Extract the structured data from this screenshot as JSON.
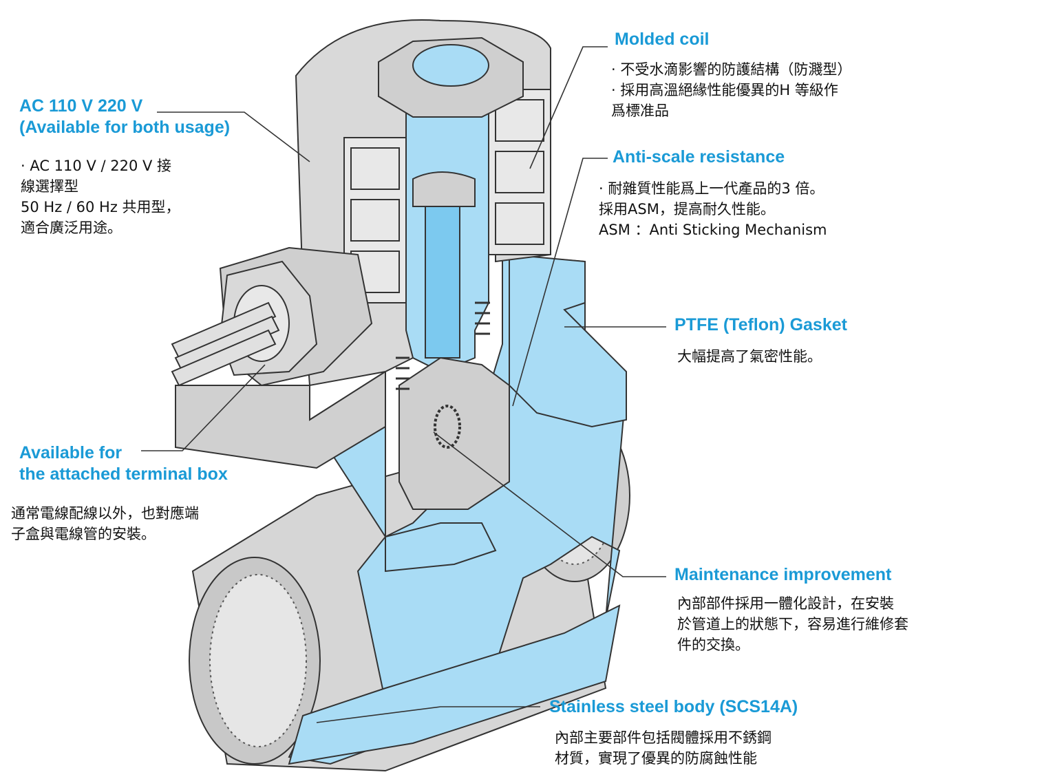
{
  "colors": {
    "accent": "#1a9ad6",
    "fluid": "#a9dcf5",
    "body_grey": "#d6d6d6",
    "dark_grey": "#b9b9b9",
    "outline": "#333333"
  },
  "callouts": {
    "voltage": {
      "title_1": "AC 110 V 220 V",
      "title_2": "(Available for both usage)",
      "lines": [
        "· AC 110 V / 220 V 接",
        "線選擇型",
        "50 Hz / 60 Hz 共用型，",
        "適合廣泛用途。"
      ]
    },
    "terminal": {
      "title_1": "Available for",
      "title_2": "the attached terminal box",
      "lines": [
        "通常電線配線以外，也對應端",
        "子盒與電線管的安裝。"
      ]
    },
    "coil": {
      "title": "Molded coil",
      "lines": [
        "· 不受水滴影響的防護結構（防濺型）",
        "· 採用高溫絕緣性能優異的H 等級作",
        "爲標准品"
      ]
    },
    "antiscale": {
      "title": "Anti-scale resistance",
      "lines": [
        "· 耐雜質性能爲上一代產品的3 倍。",
        "採用ASM，提高耐久性能。",
        "ASM ：Anti Sticking Mechanism"
      ]
    },
    "gasket": {
      "title": "PTFE (Teflon) Gasket",
      "lines": [
        "大幅提高了氣密性能。"
      ]
    },
    "maintenance": {
      "title": "Maintenance improvement",
      "lines": [
        "內部部件採用一體化設計，在安裝",
        "於管道上的狀態下，容易進行維修套",
        "件的交換。"
      ]
    },
    "body": {
      "title": "Stainless steel body (SCS14A)",
      "lines": [
        "內部主要部件包括閥體採用不銹鋼",
        "材質，實現了優異的防腐蝕性能"
      ]
    }
  }
}
